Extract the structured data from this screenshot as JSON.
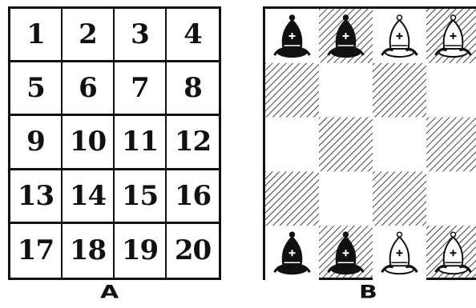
{
  "diagram_a": {
    "caption": "A",
    "numbers": [
      "1",
      "2",
      "3",
      "4",
      "5",
      "6",
      "7",
      "8",
      "9",
      "10",
      "11",
      "12",
      "13",
      "14",
      "15",
      "16",
      "17",
      "18",
      "19",
      "20"
    ]
  },
  "diagram_b": {
    "caption": "B",
    "top_row_pieces": [
      "black-bishop",
      "black-bishop",
      "white-bishop",
      "white-bishop"
    ],
    "bottom_row_pieces": [
      "black-bishop",
      "black-bishop",
      "white-bishop",
      "white-bishop"
    ]
  },
  "colors": {
    "ink": "#111111",
    "paper": "#ffffff"
  }
}
